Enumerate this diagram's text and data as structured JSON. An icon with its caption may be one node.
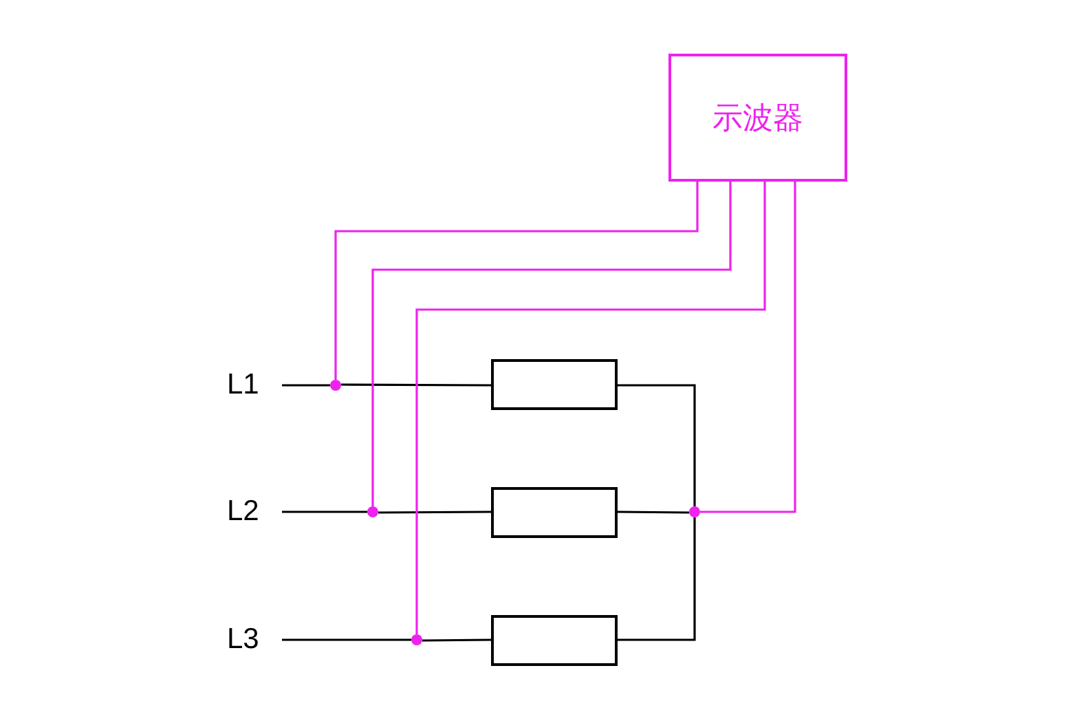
{
  "diagram": {
    "nodes": [
      {
        "text": [
          "示波器"
        ]
      },
      {
        "text": [
          "L1"
        ]
      },
      {
        "text": [],
        "shape": "circle"
      },
      {
        "text": [],
        "shape": "box"
      },
      {
        "text": [
          "L2"
        ]
      },
      {
        "text": [],
        "shape": "circle"
      },
      {
        "text": [],
        "shape": "box"
      },
      {
        "text": [],
        "shape": "circle"
      },
      {
        "text": [
          "L3"
        ]
      },
      {
        "text": [],
        "shape": "circle"
      },
      {
        "text": [],
        "shape": "box"
      }
    ],
    "edges": [
      {
        "from": 1,
        "to": 2,
        "arrow": "none"
      },
      {
        "from": 2,
        "to": 3,
        "arrow": "none"
      },
      {
        "from": 0,
        "to": 2,
        "arrow": "none",
        "color": "#ee22ee"
      },
      {
        "from": 4,
        "to": 5,
        "arrow": "none"
      },
      {
        "from": 5,
        "to": 6,
        "arrow": "none"
      },
      {
        "from": 0,
        "to": 5,
        "arrow": "none",
        "color": "#ee22ee"
      },
      {
        "from": 6,
        "to": 7,
        "arrow": "none"
      },
      {
        "from": 8,
        "to": 9,
        "arrow": "none"
      },
      {
        "from": 9,
        "to": 10,
        "arrow": "none"
      },
      {
        "from": 0,
        "to": 9,
        "arrow": "none",
        "color": "#ee22ee"
      },
      {
        "from": 3,
        "to": 7,
        "arrow": "none"
      },
      {
        "from": 10,
        "to": 7,
        "arrow": "none"
      },
      {
        "from": 0,
        "to": 7,
        "arrow": "none",
        "color": "#ee22ee"
      }
    ]
  }
}
